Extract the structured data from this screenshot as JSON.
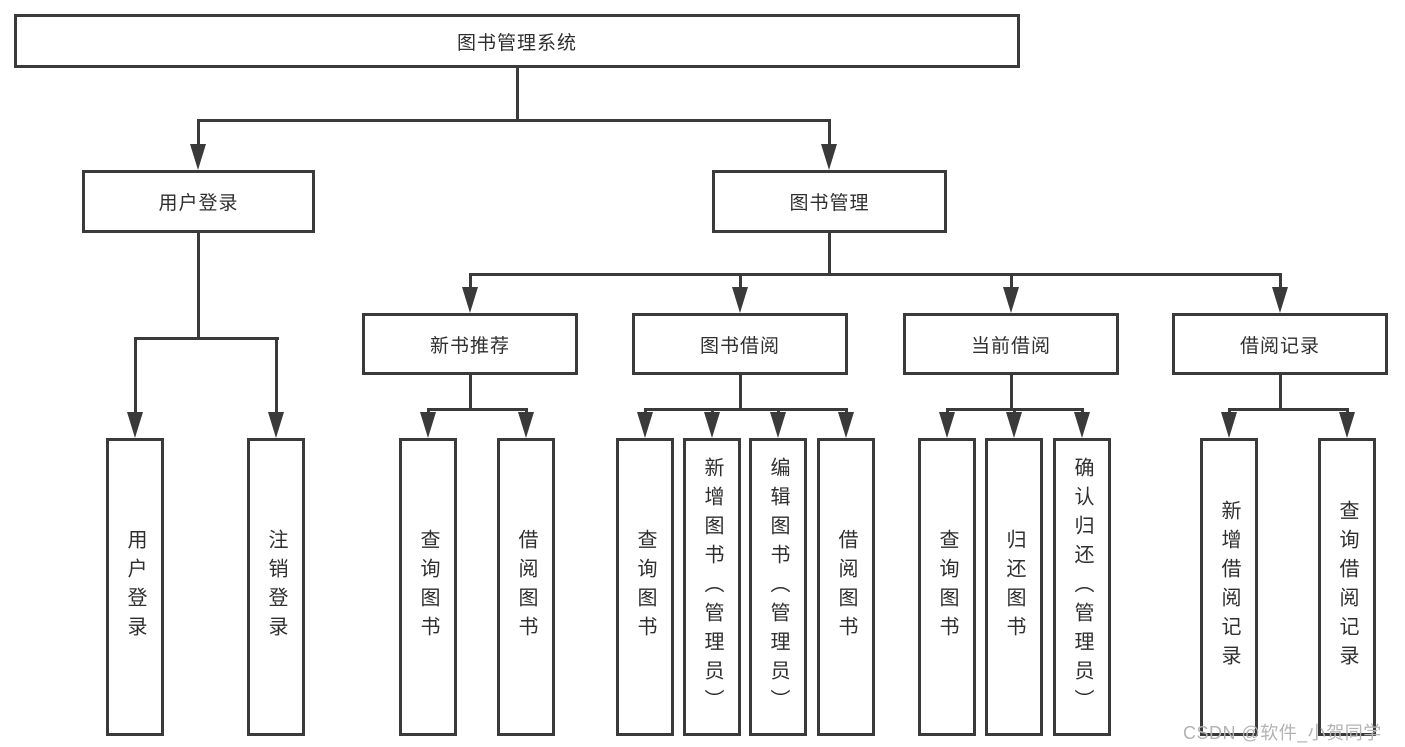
{
  "colors": {
    "line": "#3a3a3a",
    "text": "#2f2f2f",
    "watermark": "#b3b3b3",
    "background": "#ffffff"
  },
  "watermark": {
    "text": "CSDN @软件_小贺同学"
  },
  "tree": {
    "root": {
      "label": "图书管理系统",
      "children": [
        {
          "label": "用户登录",
          "children": [
            {
              "label": "用户登录"
            },
            {
              "label": "注销登录"
            }
          ]
        },
        {
          "label": "图书管理",
          "children": [
            {
              "label": "新书推荐",
              "children": [
                {
                  "label": "查询图书"
                },
                {
                  "label": "借阅图书"
                }
              ]
            },
            {
              "label": "图书借阅",
              "children": [
                {
                  "label": "查询图书"
                },
                {
                  "label": "新增图书（管理员）"
                },
                {
                  "label": "编辑图书（管理员）"
                },
                {
                  "label": "借阅图书"
                }
              ]
            },
            {
              "label": "当前借阅",
              "children": [
                {
                  "label": "查询图书"
                },
                {
                  "label": "归还图书"
                },
                {
                  "label": "确认归还（管理员）"
                }
              ]
            },
            {
              "label": "借阅记录",
              "children": [
                {
                  "label": "新增借阅记录"
                },
                {
                  "label": "查询借阅记录"
                }
              ]
            }
          ]
        }
      ]
    }
  }
}
